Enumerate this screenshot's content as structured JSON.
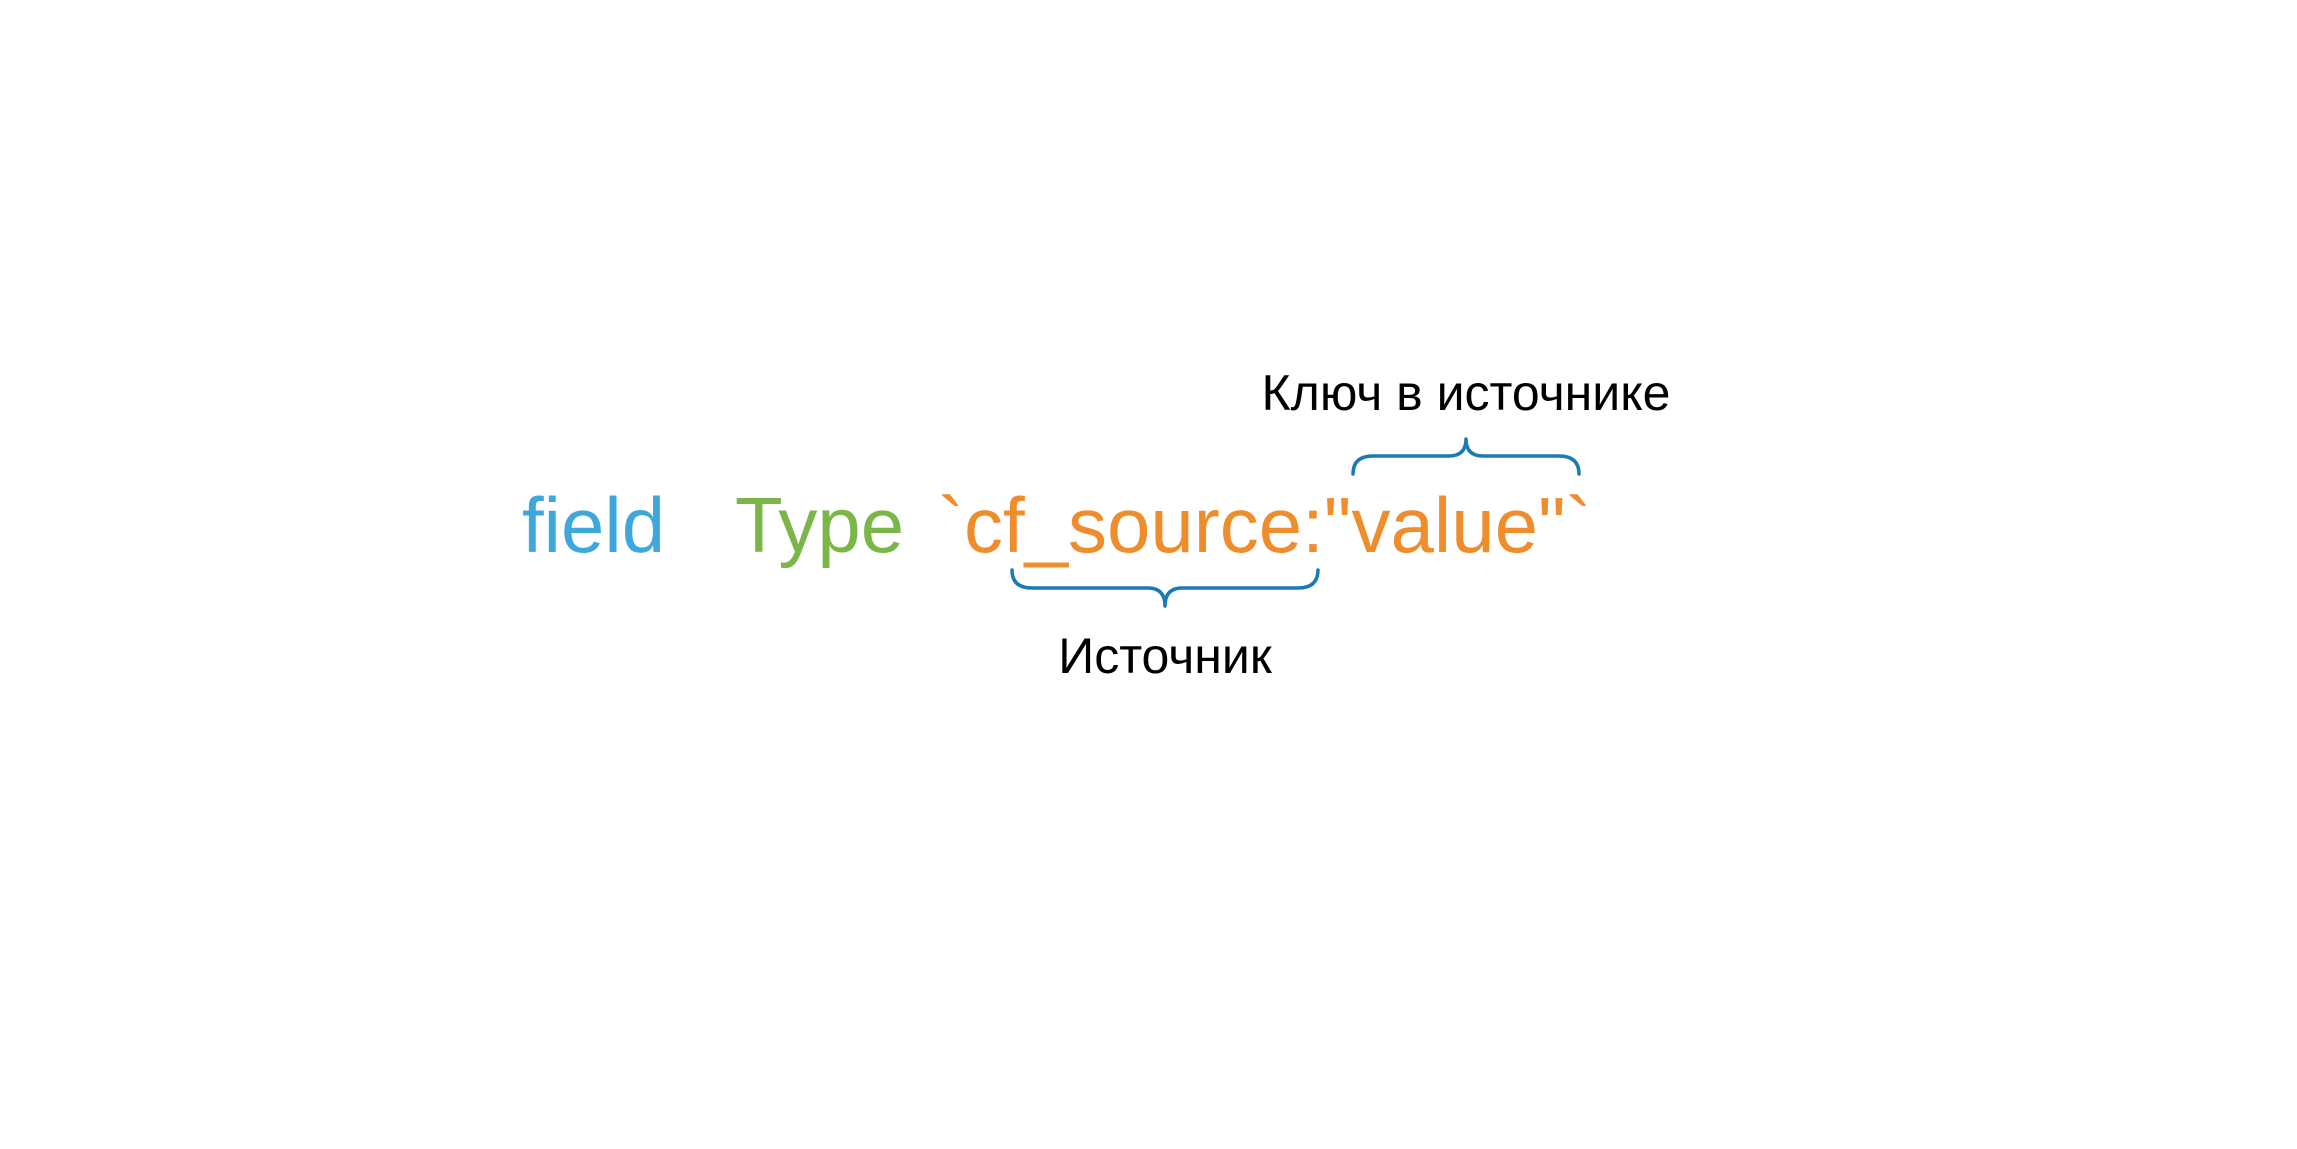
{
  "code": {
    "field": "field",
    "type": "Type",
    "tag": "`cf_source:\"value\"`"
  },
  "labels": {
    "source": "Источник",
    "key_in_source": "Ключ в источнике"
  },
  "colors": {
    "field": "#3ea8dd",
    "type": "#7ab648",
    "tag": "#ef8c2b",
    "brace": "#1a7ab3",
    "label": "#000000"
  }
}
